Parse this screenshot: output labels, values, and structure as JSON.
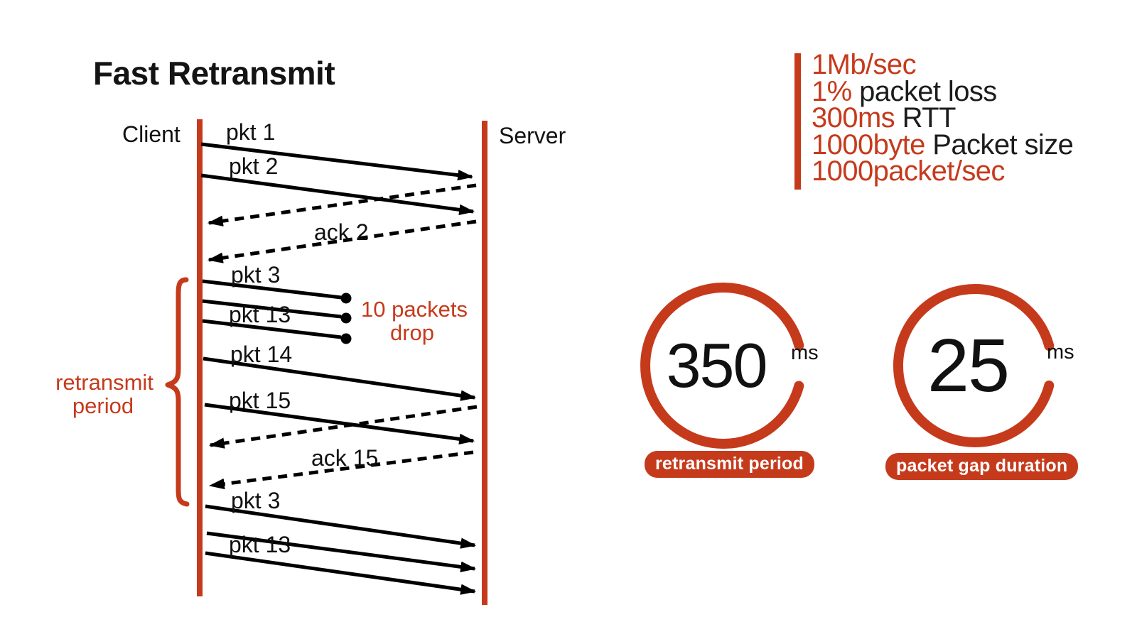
{
  "title": "Fast Retransmit",
  "colors": {
    "accent": "#c63a1c",
    "text": "#111111"
  },
  "diagram": {
    "client_label": "Client",
    "server_label": "Server",
    "messages": {
      "pkt1": "pkt 1",
      "pkt2": "pkt 2",
      "ack2": "ack 2",
      "pkt3": "pkt 3",
      "pkt13": "pkt 13",
      "pkt14": "pkt 14",
      "pkt15": "pkt 15",
      "ack15": "ack 15",
      "pkt3_retransmit": "pkt 3",
      "pkt13_retransmit": "pkt 13"
    },
    "drop_note_line1": "10 packets",
    "drop_note_line2": "drop",
    "brace_label_line1": "retransmit",
    "brace_label_line2": "period"
  },
  "specs": {
    "items": [
      {
        "value": "1Mb/sec",
        "label": ""
      },
      {
        "value": "1%",
        "label": " packet loss"
      },
      {
        "value": "300ms",
        "label": " RTT"
      },
      {
        "value": "1000byte",
        "label": " Packet size"
      },
      {
        "value": "1000packet/sec",
        "label": ""
      }
    ]
  },
  "gauges": [
    {
      "value": "350",
      "unit": "ms",
      "label": "retransmit period"
    },
    {
      "value": "25",
      "unit": "ms",
      "label": "packet gap duration"
    }
  ]
}
